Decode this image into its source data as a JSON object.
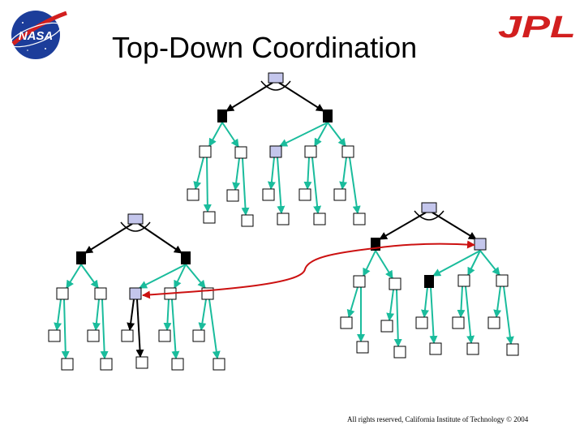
{
  "slide": {
    "title": "Top-Down Coordination",
    "footer": "All rights reserved, California Institute of Technology © 2004"
  },
  "logos": {
    "left": {
      "icon": "nasa-logo",
      "text": "NASA"
    },
    "right": {
      "icon": "jpl-logo",
      "text": "JPL"
    }
  },
  "colors": {
    "black_edge": "#000000",
    "teal_edge": "#1abc9c",
    "red_link": "#cc1111",
    "root_fill": "#c4c6ec",
    "leaf_fill": "#ffffff",
    "black_node": "#000000"
  }
}
